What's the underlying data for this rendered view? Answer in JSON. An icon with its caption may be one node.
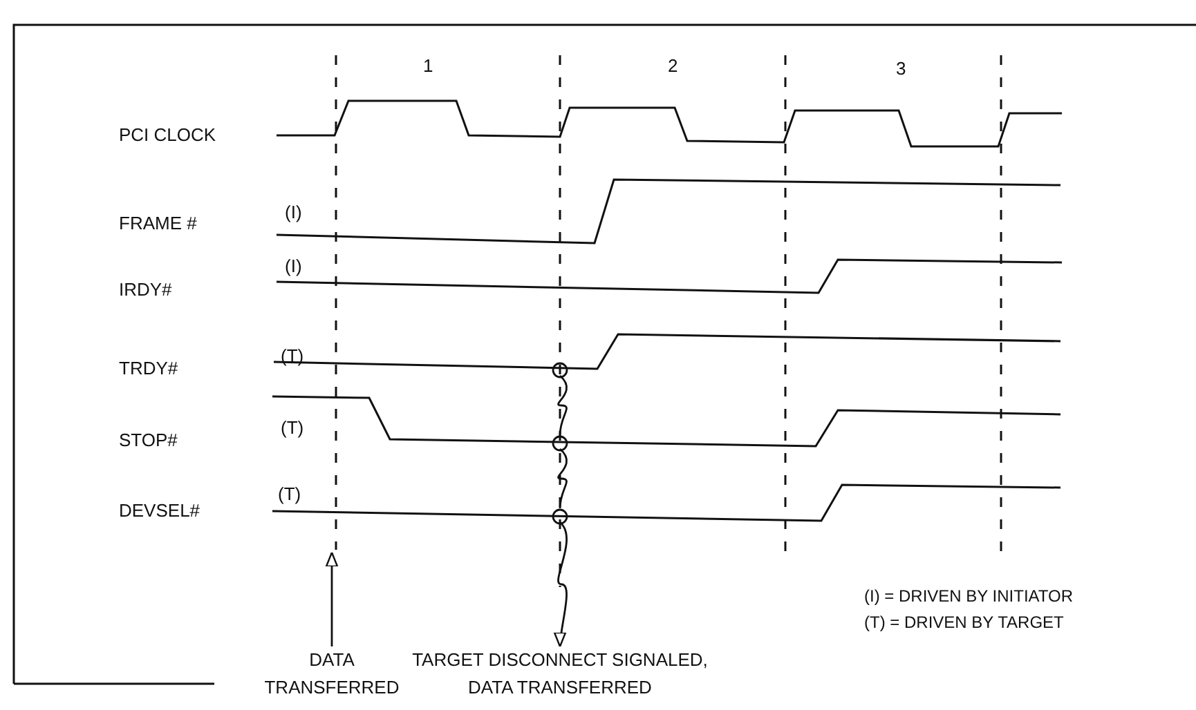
{
  "diagram": {
    "nodes": [
      {
        "text": [
          "DATA TRANSFERRED"
        ]
      },
      {
        "text": [],
        "shape": "circle"
      },
      {
        "text": [],
        "shape": "circle"
      },
      {
        "text": [],
        "shape": "circle"
      },
      {
        "text": [
          "TARGET DISCONNECT SIGNALED, DATA TRANSFERRED"
        ]
      }
    ],
    "edges": [
      {
        "from": 0,
        "to": null,
        "arrow": "to"
      },
      {
        "from": 1,
        "to": 2,
        "arrow": "none"
      },
      {
        "from": 2,
        "to": 3,
        "arrow": "none"
      },
      {
        "from": 3,
        "to": 4,
        "arrow": "to"
      }
    ],
    "labels": [
      "1",
      "2",
      "3",
      "PCI CLOCK",
      "FRAME #",
      "(I)",
      "IRDY#",
      "(I)",
      "TRDY#",
      "(T)",
      "STOP#",
      "(T)",
      "DEVSEL#",
      "(T)"
    ],
    "legend": [
      {
        "text": "(I) = DRIVEN BY INITIATOR"
      },
      {
        "text": "(T) = DRIVEN BY TARGET"
      }
    ]
  }
}
